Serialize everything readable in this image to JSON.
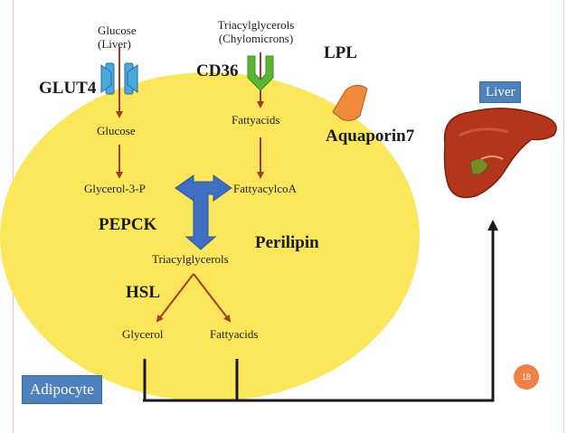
{
  "colors": {
    "cell_fill": "#fce65c",
    "arrow_red": "#a63a1e",
    "label_blue": "#4f81bd",
    "big_arrow_blue": "#3f6fc2",
    "cd36_green": "#5bb534",
    "glut4_blue": "#4aa8dc",
    "lpl_orange": "#f28a3c",
    "badge_orange": "#f08045",
    "liver_red": "#b3361c"
  },
  "icons": {
    "glut4_transporter": "transporter-channel-icon",
    "cd36_receptor": "receptor-icon",
    "lpl_enzyme": "enzyme-icon",
    "liver_organ": "liver-icon"
  },
  "labels": {
    "glucose_liver": [
      "Glucose",
      "(Liver)"
    ],
    "triacylglycerols_chylo": [
      "Triacylglycerols",
      "(Chylomicrons)"
    ],
    "lpl": "LPL",
    "glut4": "GLUT4",
    "cd36": "CD36",
    "glucose": "Glucose",
    "fattyacids_top": "Fattyacids",
    "aquaporin7": "Aquaporin7",
    "glycerol_3_p": "Glycerol-3-P",
    "fattyacylcoa": "FattyacylcoA",
    "pepck": "PEPCK",
    "perilipin": "Perilipin",
    "triacylglycerols": "Triacylglycerols",
    "hsl": "HSL",
    "glycerol": "Glycerol",
    "fattyacids_bottom": "Fattyacids",
    "liver_box": "Liver",
    "adipocyte_box": "Adipocyte",
    "page_number": "18"
  }
}
